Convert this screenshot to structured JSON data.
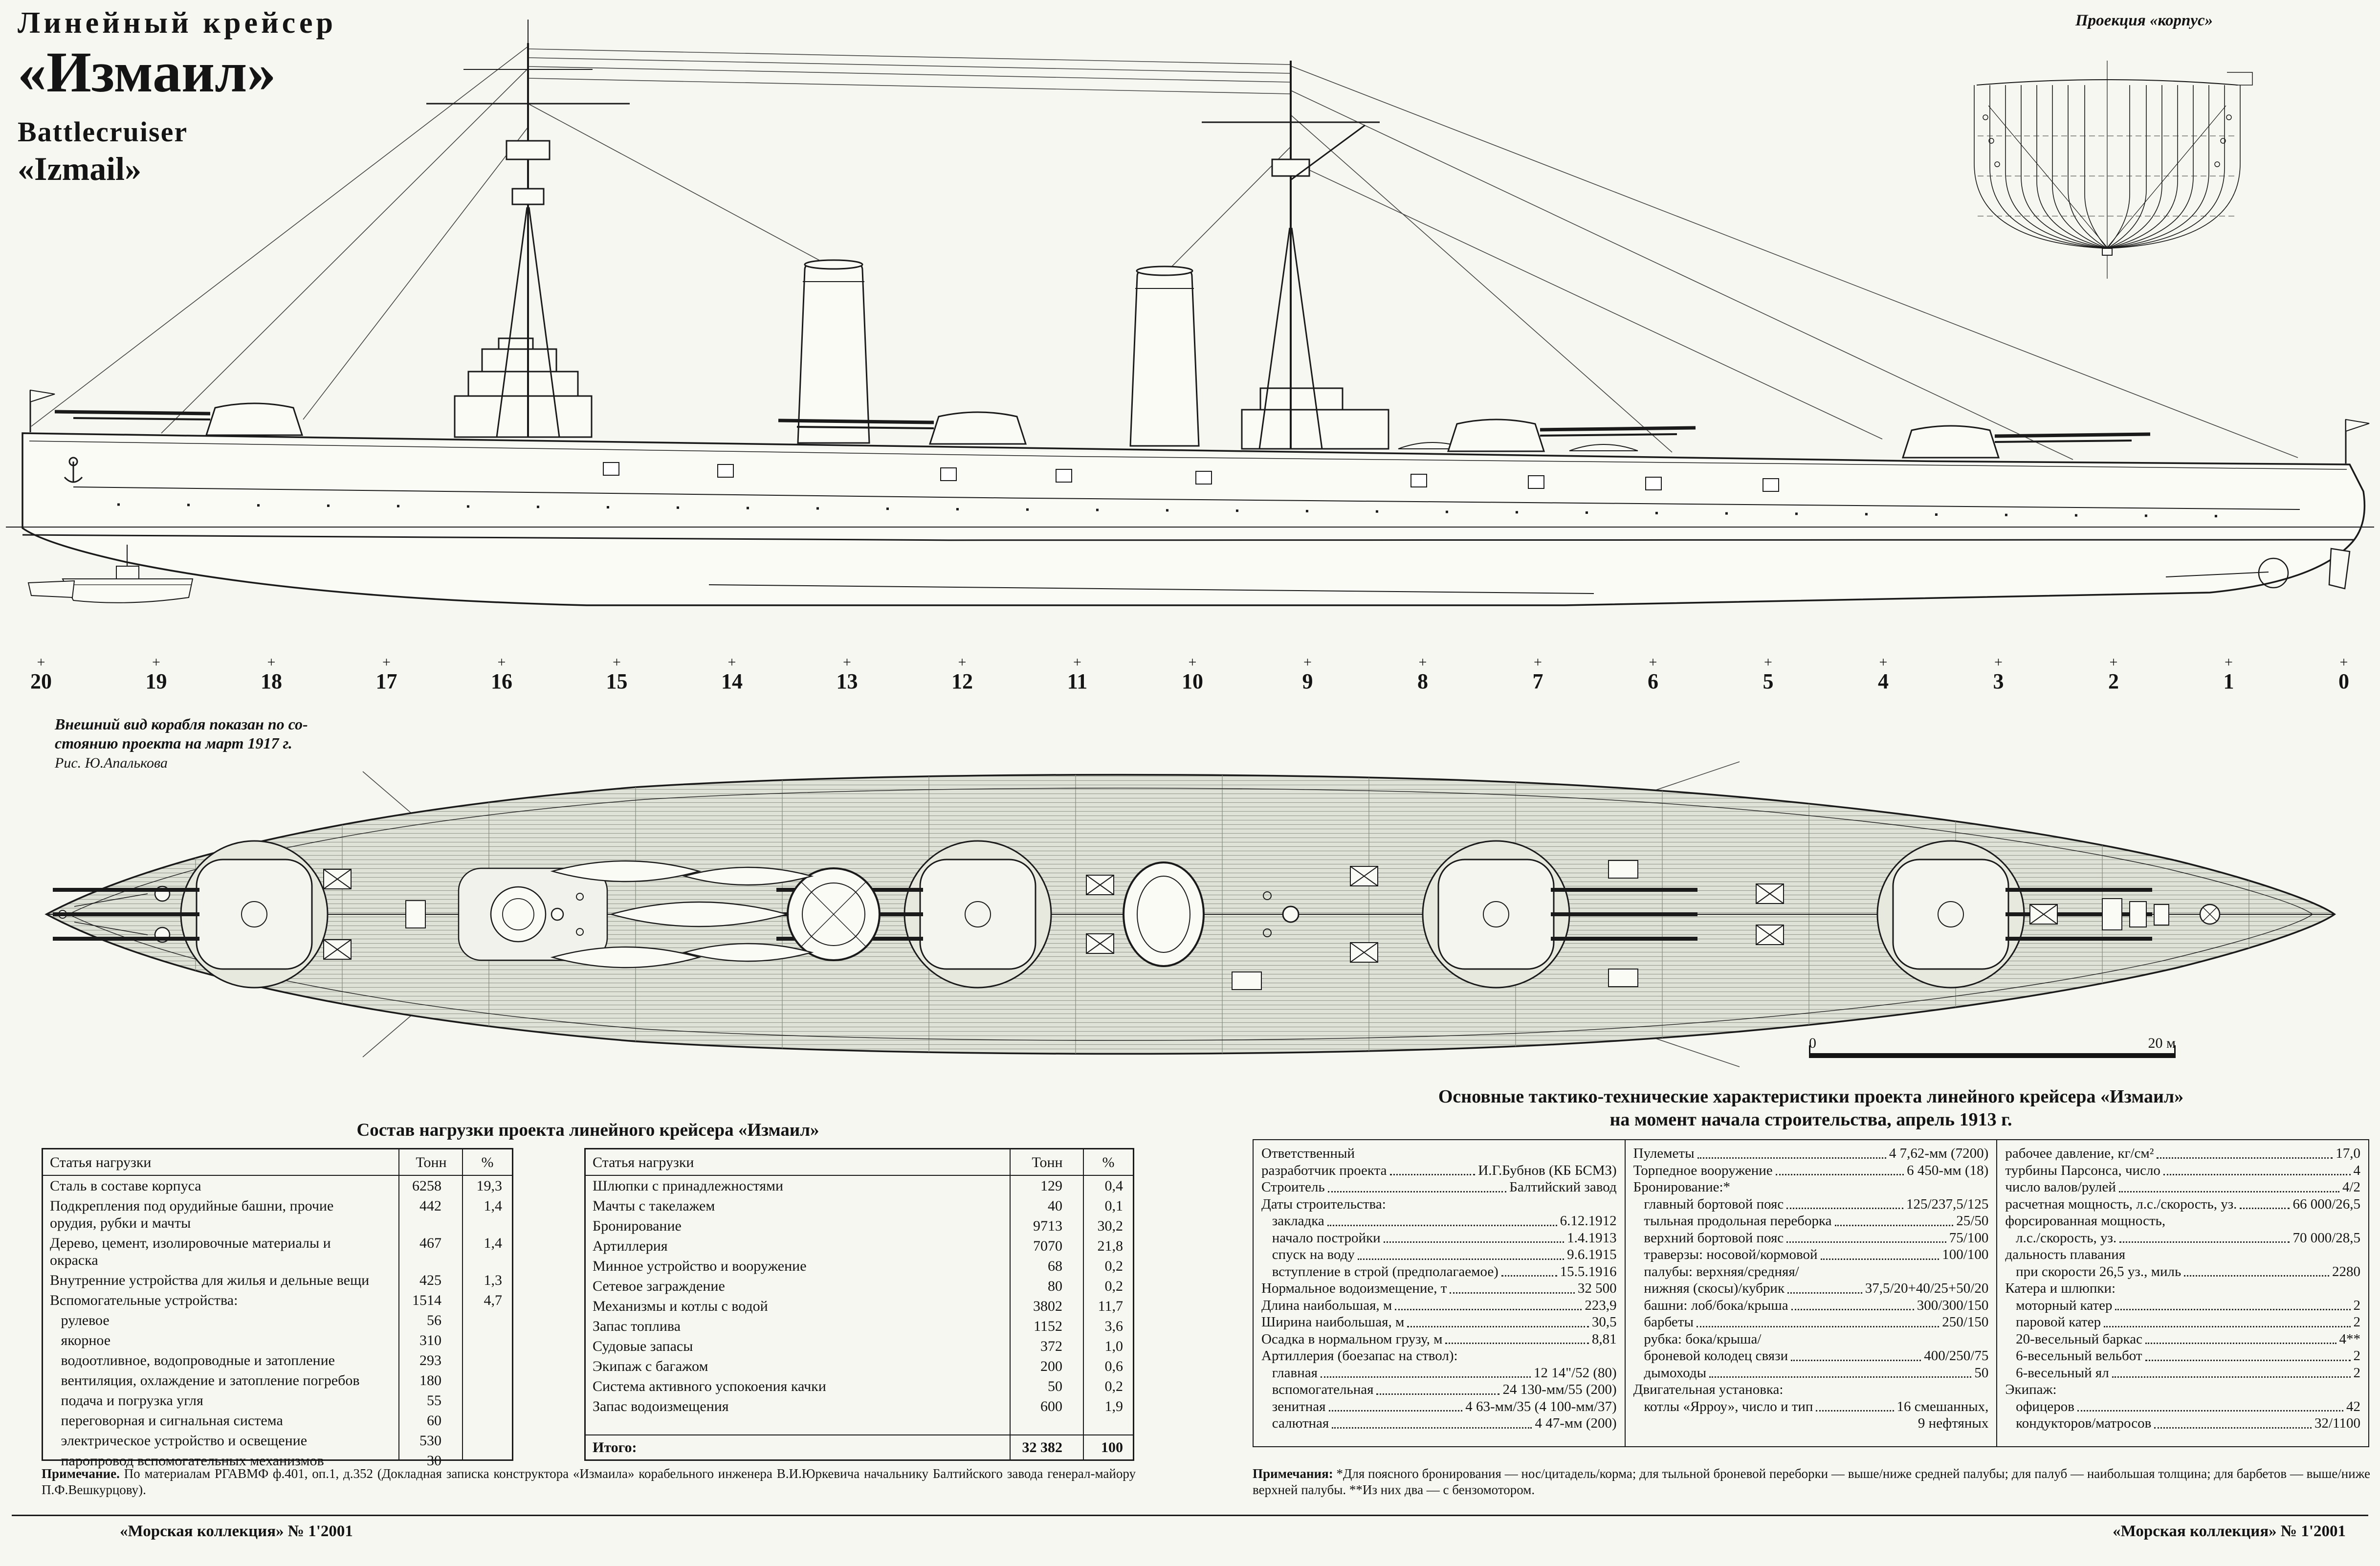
{
  "colors": {
    "paper": "#f7f7f1",
    "ink": "#1a1a1a"
  },
  "header": {
    "title_ru_line1": "Линейный  крейсер",
    "title_ru_line2": "«Измаил»",
    "title_en_line1": "Battlecruiser",
    "title_en_line2": "«Izmail»",
    "body_plan_label": "Проекция «корпус»"
  },
  "drawing_note": {
    "line1": "Внешний вид корабля показан по со-",
    "line2": "стоянию проекта на март 1917 г.",
    "credit": "Рис. Ю.Апалькова"
  },
  "frame_scale": {
    "tick": "+",
    "numbers": [
      "20",
      "19",
      "18",
      "17",
      "16",
      "15",
      "14",
      "13",
      "12",
      "11",
      "10",
      "9",
      "8",
      "7",
      "6",
      "5",
      "4",
      "3",
      "2",
      "1",
      "0"
    ]
  },
  "scale_bar": {
    "zero": "0",
    "label": "20 м"
  },
  "load_table": {
    "title": "Состав нагрузки проекта линейного крейсера «Измаил»",
    "headers": [
      "Статья нагрузки",
      "Тонн",
      "%"
    ],
    "left_rows": [
      {
        "name": "Сталь в составе корпуса",
        "tons": "6258",
        "pct": "19,3"
      },
      {
        "name": "Подкрепления под орудийные башни, прочие орудия, рубки и мачты",
        "tons": "442",
        "pct": "1,4"
      },
      {
        "name": "Дерево, цемент, изолировочные материалы и окраска",
        "tons": "467",
        "pct": "1,4"
      },
      {
        "name": "Внутренние устройства для жилья и дельные вещи",
        "tons": "425",
        "pct": "1,3"
      },
      {
        "name": "Вспомогательные устройства:",
        "tons": "1514",
        "pct": "4,7"
      },
      {
        "name": "   рулевое",
        "tons": "56",
        "pct": ""
      },
      {
        "name": "   якорное",
        "tons": "310",
        "pct": ""
      },
      {
        "name": "   водоотливное, водопроводные и затопление",
        "tons": "293",
        "pct": ""
      },
      {
        "name": "   вентиляция, охлаждение и затопление погребов",
        "tons": "180",
        "pct": ""
      },
      {
        "name": "   подача и погрузка угля",
        "tons": "55",
        "pct": ""
      },
      {
        "name": "   переговорная и сигнальная система",
        "tons": "60",
        "pct": ""
      },
      {
        "name": "   электрическое устройство и освещение",
        "tons": "530",
        "pct": ""
      },
      {
        "name": "   паропровод вспомогательных механизмов",
        "tons": "30",
        "pct": ""
      }
    ],
    "right_rows": [
      {
        "name": "Шлюпки с принадлежностями",
        "tons": "129",
        "pct": "0,4"
      },
      {
        "name": "Мачты с такелажем",
        "tons": "40",
        "pct": "0,1"
      },
      {
        "name": "Бронирование",
        "tons": "9713",
        "pct": "30,2"
      },
      {
        "name": "Артиллерия",
        "tons": "7070",
        "pct": "21,8"
      },
      {
        "name": "Минное устройство и вооружение",
        "tons": "68",
        "pct": "0,2"
      },
      {
        "name": "Сетевое заграждение",
        "tons": "80",
        "pct": "0,2"
      },
      {
        "name": "Механизмы и котлы с водой",
        "tons": "3802",
        "pct": "11,7"
      },
      {
        "name": "Запас топлива",
        "tons": "1152",
        "pct": "3,6"
      },
      {
        "name": "Судовые запасы",
        "tons": "372",
        "pct": "1,0"
      },
      {
        "name": "Экипаж с багажом",
        "tons": "200",
        "pct": "0,6"
      },
      {
        "name": "Система активного успокоения качки",
        "tons": "50",
        "pct": "0,2"
      },
      {
        "name": "Запас водоизмещения",
        "tons": "600",
        "pct": "1,9"
      }
    ],
    "total": {
      "name": "Итого:",
      "tons": "32 382",
      "pct": "100"
    }
  },
  "characteristics": {
    "title_line1": "Основные тактико-технические характеристики проекта линейного крейсера «Измаил»",
    "title_line2": "на момент начала строительства, апрель 1913 г.",
    "col1": [
      {
        "label": "Ответственный",
        "value": "",
        "nodots": true
      },
      {
        "label": "разработчик проекта",
        "value": "И.Г.Бубнов (КБ БСМЗ)"
      },
      {
        "label": "Строитель",
        "value": "Балтийский завод"
      },
      {
        "label": "Даты строительства:",
        "value": "",
        "nodots": true
      },
      {
        "label": "   закладка",
        "value": "6.12.1912"
      },
      {
        "label": "   начало постройки",
        "value": "1.4.1913"
      },
      {
        "label": "   спуск на воду",
        "value": "9.6.1915"
      },
      {
        "label": "   вступление в строй (предполагаемое)",
        "value": "15.5.1916"
      },
      {
        "label": "Нормальное водоизмещение, т",
        "value": "32 500"
      },
      {
        "label": "Длина наибольшая, м",
        "value": "223,9"
      },
      {
        "label": "Ширина наибольшая, м",
        "value": "30,5"
      },
      {
        "label": "Осадка в нормальном грузу, м",
        "value": "8,81"
      },
      {
        "label": "Артиллерия (боезапас на ствол):",
        "value": "",
        "nodots": true
      },
      {
        "label": "   главная",
        "value": "12 14\"/52 (80)"
      },
      {
        "label": "   вспомогательная",
        "value": "24 130-мм/55 (200)"
      },
      {
        "label": "   зенитная",
        "value": "4 63-мм/35 (4 100-мм/37)"
      },
      {
        "label": "   салютная",
        "value": "4 47-мм (200)"
      }
    ],
    "col2": [
      {
        "label": "Пулеметы",
        "value": "4 7,62-мм (7200)"
      },
      {
        "label": "Торпедное вооружение",
        "value": "6 450-мм (18)"
      },
      {
        "label": "Бронирование:*",
        "value": "",
        "nodots": true
      },
      {
        "label": "   главный бортовой пояс",
        "value": "125/237,5/125"
      },
      {
        "label": "   тыльная продольная переборка",
        "value": "25/50"
      },
      {
        "label": "   верхний бортовой пояс",
        "value": "75/100"
      },
      {
        "label": "   траверзы: носовой/кормовой",
        "value": "100/100"
      },
      {
        "label": "   палубы: верхняя/средняя/",
        "value": "",
        "nodots": true
      },
      {
        "label": "   нижняя (скосы)/кубрик",
        "value": "37,5/20+40/25+50/20"
      },
      {
        "label": "   башни: лоб/бока/крыша",
        "value": "300/300/150"
      },
      {
        "label": "   барбеты",
        "value": "250/150"
      },
      {
        "label": "   рубка: бока/крыша/",
        "value": "",
        "nodots": true
      },
      {
        "label": "   броневой колодец связи",
        "value": "400/250/75"
      },
      {
        "label": "   дымоходы",
        "value": "50"
      },
      {
        "label": "Двигательная установка:",
        "value": "",
        "nodots": true
      },
      {
        "label": "   котлы «Ярроу», число и тип",
        "value": "16 смешанных,"
      },
      {
        "label": "",
        "value": "9 нефтяных",
        "nodots": true
      }
    ],
    "col3": [
      {
        "label": "рабочее давление, кг/см²",
        "value": "17,0"
      },
      {
        "label": "турбины Парсонса, число",
        "value": "4"
      },
      {
        "label": "число валов/рулей",
        "value": "4/2"
      },
      {
        "label": "расчетная мощность, л.с./скорость, уз.",
        "value": "66 000/26,5"
      },
      {
        "label": "форсированная мощность,",
        "value": "",
        "nodots": true
      },
      {
        "label": "   л.с./скорость, уз.",
        "value": "70 000/28,5"
      },
      {
        "label": "дальность плавания",
        "value": "",
        "nodots": true
      },
      {
        "label": "   при скорости 26,5 уз., миль",
        "value": "2280"
      },
      {
        "label": "Катера и шлюпки:",
        "value": "",
        "nodots": true
      },
      {
        "label": "   моторный катер",
        "value": "2"
      },
      {
        "label": "   паровой катер",
        "value": "2"
      },
      {
        "label": "   20-весельный баркас",
        "value": "4**"
      },
      {
        "label": "   6-весельный вельбот",
        "value": "2"
      },
      {
        "label": "   6-весельный ял",
        "value": "2"
      },
      {
        "label": "Экипаж:",
        "value": "",
        "nodots": true
      },
      {
        "label": "   офицеров",
        "value": "42"
      },
      {
        "label": "   кондукторов/матросов",
        "value": "32/1100"
      }
    ]
  },
  "footnotes": {
    "left_lead": "Примечание.",
    "left_text": " По материалам РГАВМФ ф.401, оп.1, д.352 (Докладная записка конструктора «Измаила» корабельного инженера В.И.Юркевича начальнику Балтийского завода генерал-майору П.Ф.Вешкурцову).",
    "right_lead": "Примечания:",
    "right_text": " *Для поясного бронирования — нос/цитадель/корма; для тыльной броневой переборки — выше/ниже средней палубы; для палуб — наибольшая толщина; для барбетов — выше/ниже верхней палубы. **Из них два — с бензомотором."
  },
  "footer": {
    "left": "«Морская коллекция» № 1'2001",
    "right": "«Морская коллекция» № 1'2001"
  }
}
